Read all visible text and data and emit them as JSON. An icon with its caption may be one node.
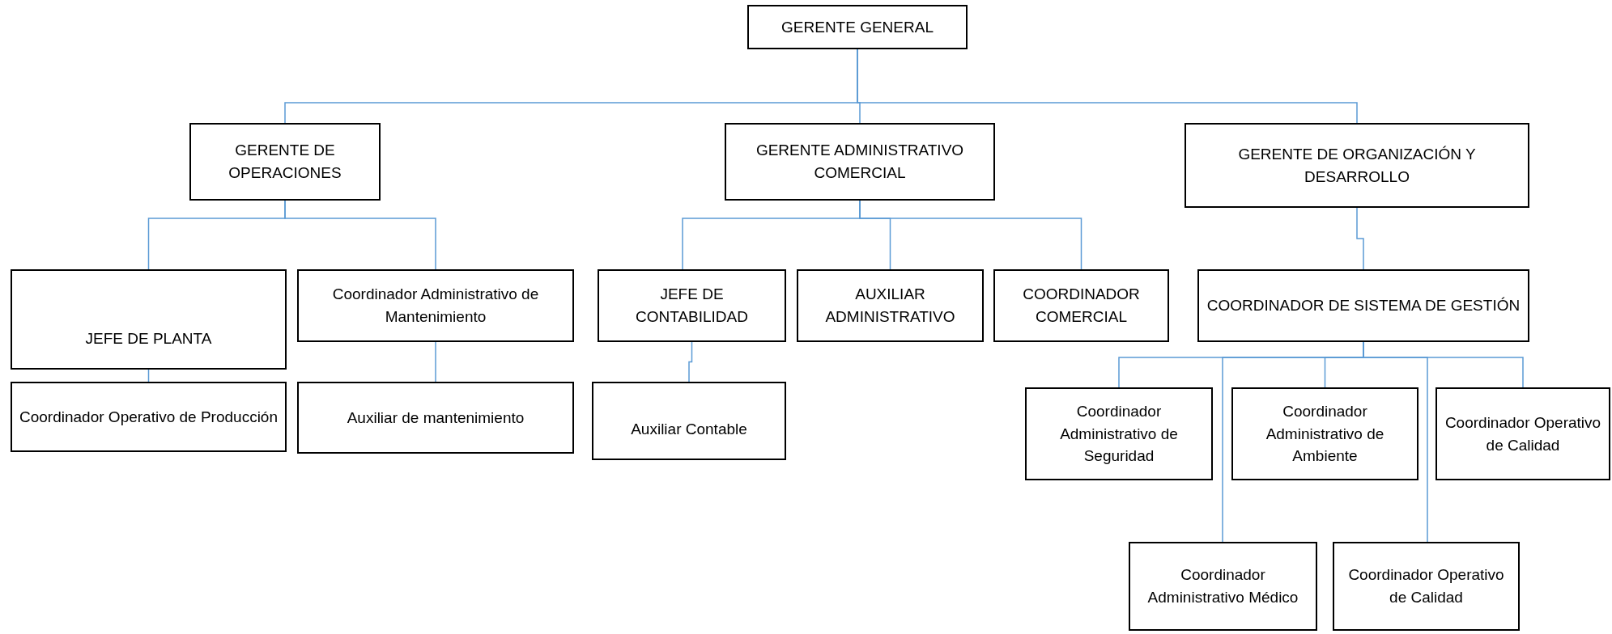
{
  "diagram": {
    "nodes": [
      {
        "text": [
          "GERENTE GENERAL"
        ]
      },
      {
        "text": [
          "GERENTE DE OPERACIONES"
        ]
      },
      {
        "text": [
          "GERENTE ADMINISTRATIVO COMERCIAL"
        ]
      },
      {
        "text": [
          "GERENTE DE ORGANIZACIÓN Y DESARROLLO"
        ]
      },
      {
        "text": [
          "JEFE DE PLANTA"
        ]
      },
      {
        "text": [
          "Coordinador Administrativo de Mantenimiento"
        ]
      },
      {
        "text": [
          "JEFE DE CONTABILIDAD"
        ]
      },
      {
        "text": [
          "AUXILIAR ADMINISTRATIVO"
        ]
      },
      {
        "text": [
          "COORDINADOR COMERCIAL"
        ]
      },
      {
        "text": [
          "COORDINADOR DE SISTEMA DE GESTIÓN"
        ]
      },
      {
        "text": [
          "Coordinador Operativo de Producción"
        ]
      },
      {
        "text": [
          "Auxiliar de mantenimiento"
        ]
      },
      {
        "text": [
          "Auxiliar Contable"
        ]
      },
      {
        "text": [
          "Coordinador Administrativo de Seguridad"
        ]
      },
      {
        "text": [
          "Coordinador Administrativo de Ambiente"
        ]
      },
      {
        "text": [
          "Coordinador Operativo de Calidad"
        ]
      },
      {
        "text": [
          "Coordinador Administrativo Médico"
        ]
      },
      {
        "text": [
          "Coordinador Operativo de Calidad"
        ]
      }
    ],
    "edges": [
      {
        "from": 0,
        "to": 1,
        "arrow": "none"
      },
      {
        "from": 0,
        "to": 2,
        "arrow": "none"
      },
      {
        "from": 0,
        "to": 3,
        "arrow": "none"
      },
      {
        "from": 1,
        "to": 4,
        "arrow": "none"
      },
      {
        "from": 1,
        "to": 5,
        "arrow": "none"
      },
      {
        "from": 2,
        "to": 6,
        "arrow": "none"
      },
      {
        "from": 2,
        "to": 7,
        "arrow": "none"
      },
      {
        "from": 2,
        "to": 8,
        "arrow": "none"
      },
      {
        "from": 3,
        "to": 9,
        "arrow": "none"
      },
      {
        "from": 4,
        "to": 10,
        "arrow": "none"
      },
      {
        "from": 5,
        "to": 11,
        "arrow": "none"
      },
      {
        "from": 6,
        "to": 12,
        "arrow": "none"
      },
      {
        "from": 9,
        "to": 13,
        "arrow": "none"
      },
      {
        "from": 9,
        "to": 14,
        "arrow": "none"
      },
      {
        "from": 9,
        "to": 15,
        "arrow": "none"
      },
      {
        "from": 9,
        "to": 16,
        "arrow": "none"
      },
      {
        "from": 9,
        "to": 17,
        "arrow": "none"
      }
    ]
  }
}
